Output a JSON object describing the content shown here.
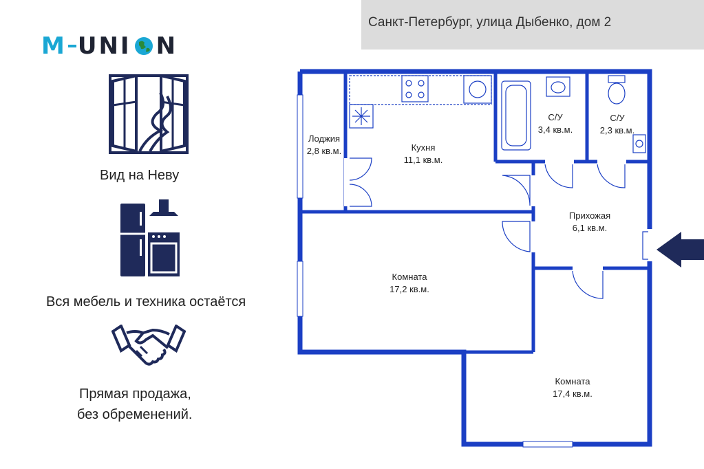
{
  "header": {
    "address": "Санкт-Петербург, улица Дыбенко, дом 2"
  },
  "logo": {
    "text_left": "M",
    "text_right": "UNI",
    "text_end": "N"
  },
  "features": [
    {
      "icon": "window-river-icon",
      "label": "Вид на Неву"
    },
    {
      "icon": "kitchen-appliances-icon",
      "label": "Вся мебель и техника остаётся"
    },
    {
      "icon": "handshake-icon",
      "label_line1": "Прямая продажа,",
      "label_line2": "без обременений."
    }
  ],
  "plan": {
    "wall_color": "#1b3fc4",
    "rooms": [
      {
        "name": "Лоджия",
        "area": "2,8 кв.м."
      },
      {
        "name": "Кухня",
        "area": "11,1 кв.м."
      },
      {
        "name": "С/У",
        "area": "3,4 кв.м."
      },
      {
        "name": "С/У",
        "area": "2,3 кв.м."
      },
      {
        "name": "Прихожая",
        "area": "6,1 кв.м."
      },
      {
        "name": "Комната",
        "area": "17,2 кв.м."
      },
      {
        "name": "Комната",
        "area": "17,4 кв.м."
      }
    ],
    "entrance": "entrance-arrow-icon"
  },
  "colors": {
    "icon_navy": "#1f2a5a",
    "accent": "#1aa7d4",
    "header_bg": "#dcdcdc"
  }
}
